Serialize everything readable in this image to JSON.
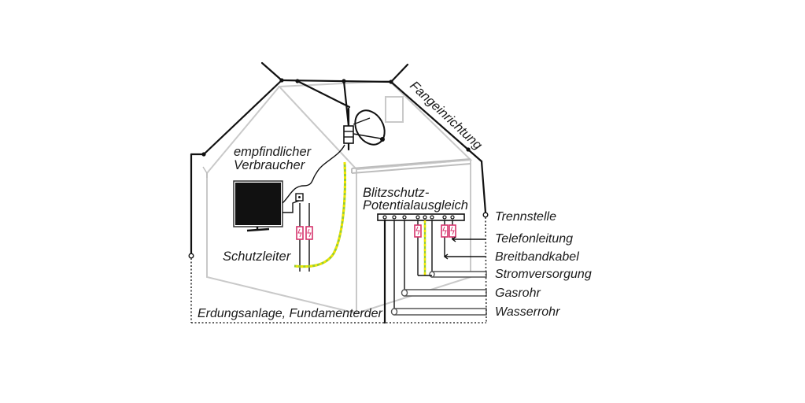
{
  "labels": {
    "fangeinrichtung": "Fangeinrichtung",
    "empfindlicher": "empfindlicher",
    "verbraucher": "Verbraucher",
    "blitzschutz": "Blitzschutz-",
    "potentialausgleich": "Potentialausgleich",
    "schutzleiter": "Schutzleiter",
    "trennstelle": "Trennstelle",
    "telefonleitung": "Telefonleitung",
    "breitbandkabel": "Breitbandkabel",
    "stromversorgung": "Stromversorgung",
    "gasrohr": "Gasrohr",
    "wasserrohr": "Wasserrohr",
    "erdungsanlage": "Erdungsanlage, Fundamenterder"
  },
  "colors": {
    "wire": "#111111",
    "house_outline": "#c9c9c9",
    "surge_protector": "#d6336c",
    "protective_conductor_green": "#9acd32",
    "protective_conductor_yellow": "#f2e600"
  }
}
